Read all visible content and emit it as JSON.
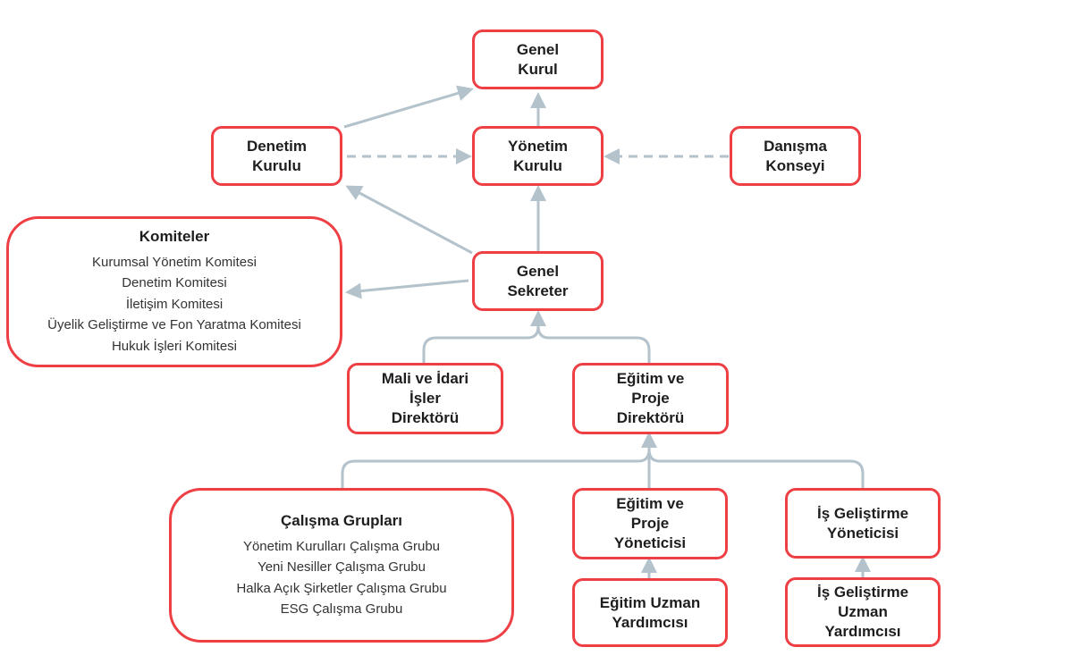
{
  "nodes": {
    "genel_kurul": "Genel\nKurul",
    "yonetim_kurulu": "Yönetim\nKurulu",
    "denetim_kurulu": "Denetim\nKurulu",
    "danisma_konseyi": "Danışma\nKonseyi",
    "genel_sekreter": "Genel\nSekreter",
    "mali_idari": "Mali ve İdari\nİşler\nDirektörü",
    "egitim_proje_direktoru": "Eğitim ve\nProje\nDirektörü",
    "egitim_proje_yoneticisi": "Eğitim ve\nProje\nYöneticisi",
    "is_gelistirme_yoneticisi": "İş Geliştirme\nYöneticisi",
    "egitim_uzman": "Eğitim Uzman\nYardımcısı",
    "is_gelistirme_uzman": "İş Geliştirme\nUzman\nYardımcısı"
  },
  "komiteler": {
    "title": "Komiteler",
    "items": [
      "Kurumsal Yönetim Komitesi",
      "Denetim Komitesi",
      "İletişim Komitesi",
      "Üyelik Geliştirme ve Fon Yaratma Komitesi",
      "Hukuk İşleri Komitesi"
    ]
  },
  "calisma_gruplari": {
    "title": "Çalışma Grupları",
    "items": [
      "Yönetim Kurulları Çalışma Grubu",
      "Yeni Nesiller Çalışma Grubu",
      "Halka Açık Şirketler Çalışma Grubu",
      "ESG Çalışma Grubu"
    ]
  },
  "colors": {
    "border": "#ee3f44",
    "connector": "#b3c2cb"
  }
}
